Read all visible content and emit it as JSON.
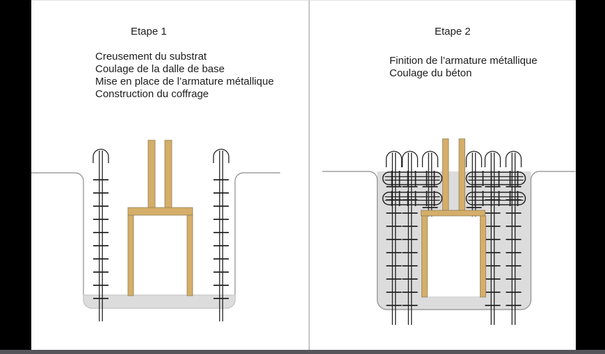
{
  "colors": {
    "background": "#000000",
    "panel": "#ffffff",
    "divider": "#9a9a9a",
    "outline": "#8c8c8c",
    "concrete": "#dcdcdc",
    "concrete_edge": "#c2c2c2",
    "rebar": "#222222",
    "wood": "#d5ae69",
    "wood_outline": "#8f7f55",
    "text": "#1c1c1c",
    "bottom_bar": "#55555a"
  },
  "panels": [
    {
      "title": "Etape 1",
      "steps": [
        "Creusement du substrat",
        "Coulage de la dalle de base",
        "Mise en place de l’armature métallique",
        "Construction du coffrage"
      ]
    },
    {
      "title": "Etape 2",
      "steps": [
        "Finition de l’armature métallique",
        "Coulage du béton"
      ]
    }
  ]
}
